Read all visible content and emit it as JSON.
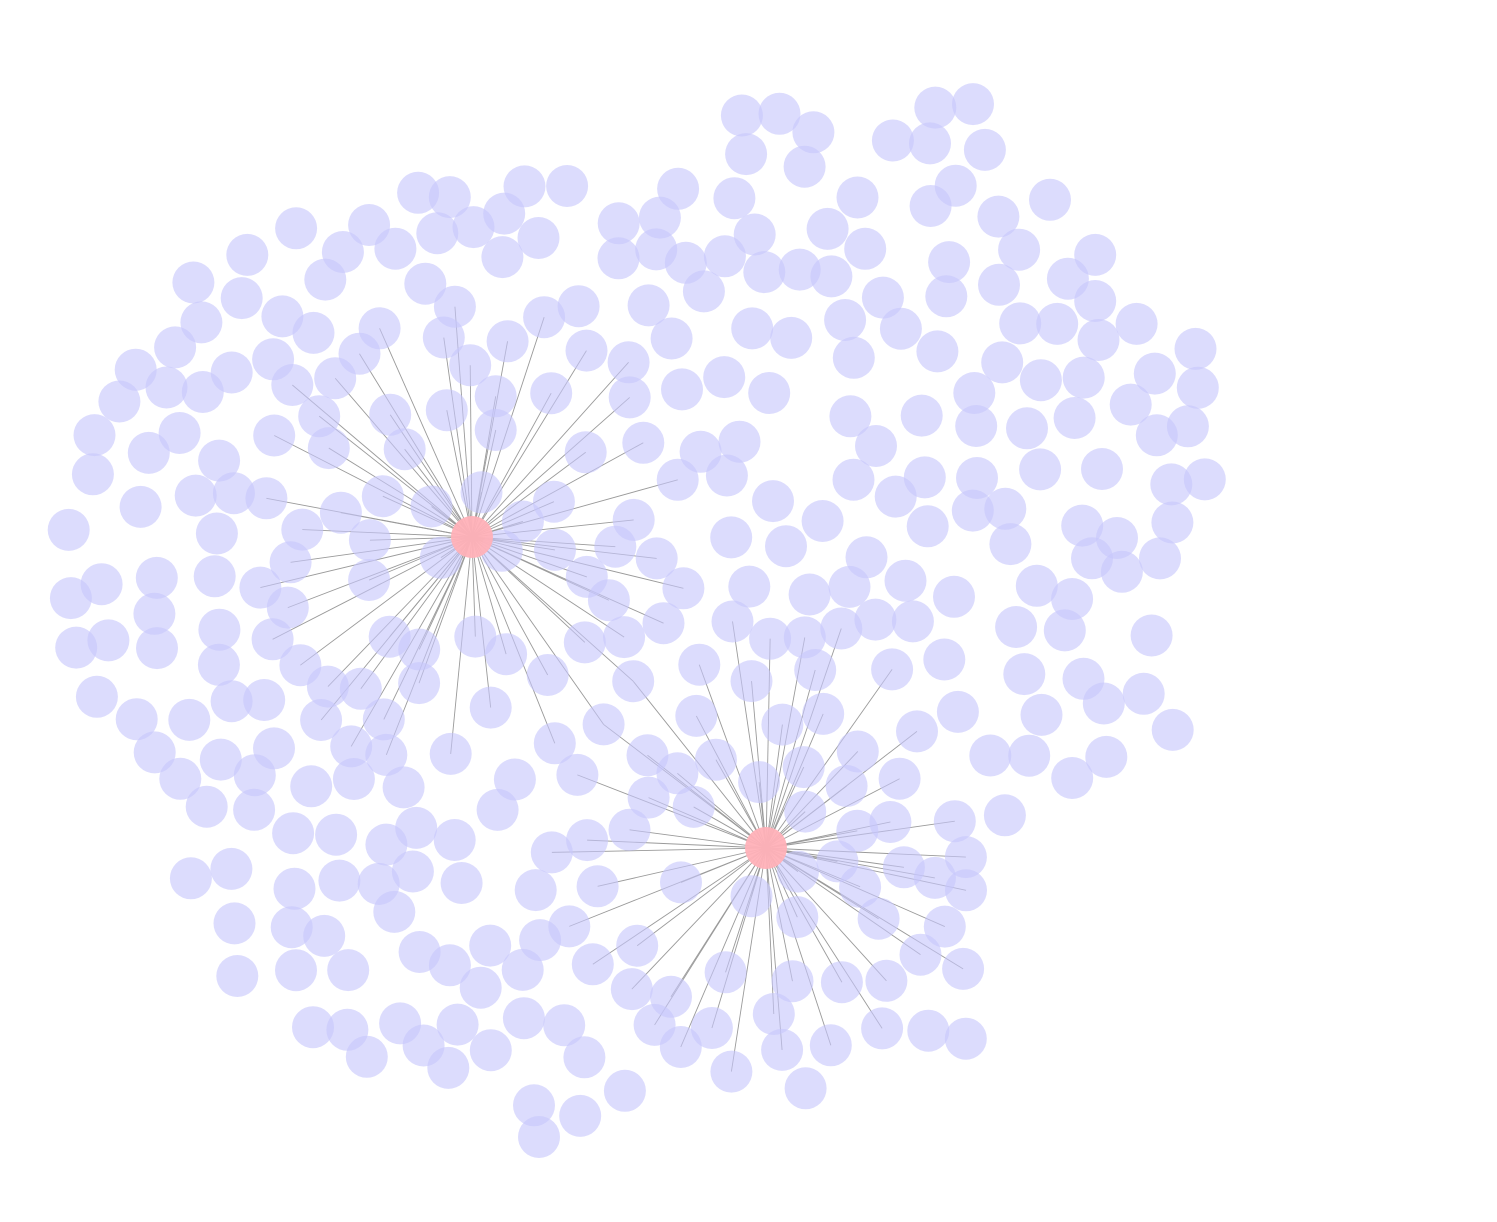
{
  "colors": {
    "background": "#ffffff",
    "node": "#c7c7fb",
    "hub": "#ffb1b8",
    "edge": "#9a9a9a"
  },
  "graph": {
    "layout": "force-directed",
    "hub_count": 2,
    "leaf_count": 360,
    "hub_a_degree": 68,
    "hub_b_degree": 64
  }
}
